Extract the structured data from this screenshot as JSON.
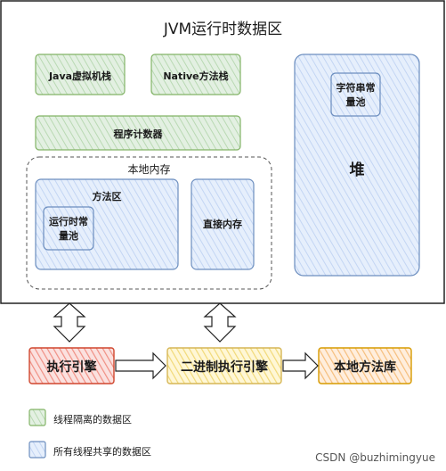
{
  "title": "JVM运行时数据区",
  "private_areas": {
    "java_stack": "Java虚拟机栈",
    "native_stack": "Native方法栈",
    "pc_register": "程序计数器"
  },
  "local_memory": {
    "label": "本地内存",
    "method_area": "方法区",
    "runtime_constant_pool_line1": "运行时常",
    "runtime_constant_pool_line2": "量池",
    "direct_memory": "直接内存"
  },
  "heap": {
    "label": "堆",
    "string_pool_line1": "字符串常",
    "string_pool_line2": "量池"
  },
  "engines": {
    "execution_engine": "执行引擎",
    "binary_engine": "二进制执行引擎",
    "native_library": "本地方法库"
  },
  "legend": {
    "thread_private": "线程隔离的数据区",
    "thread_shared": "所有线程共享的数据区"
  },
  "watermark": "CSDN @buzhimingyue",
  "colors": {
    "green_fill": "#d5e8d4",
    "green_stroke": "#82b366",
    "blue_fill": "#dae8fc",
    "blue_stroke": "#6c8ebf",
    "red_fill": "#f8cecc",
    "red_stroke": "#b85450",
    "yellow_fill": "#fff2cc",
    "yellow_stroke": "#d6b656",
    "orange_fill": "#ffe6cc",
    "orange_stroke": "#d79b00"
  }
}
